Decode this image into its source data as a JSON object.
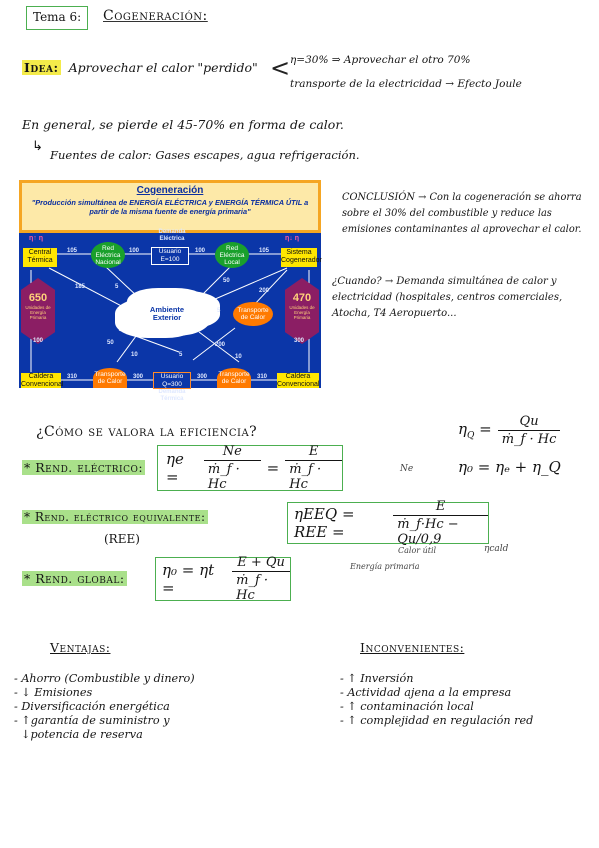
{
  "topic": {
    "tema": "Tema 6:",
    "title": "Cogeneración:"
  },
  "idea": {
    "label": "Idea:",
    "text": "Aprovechar el calor \"perdido\"",
    "branch1": "η=30% ⇒ Aprovechar el otro 70%",
    "branch2": "transporte de la electricidad → Efecto Joule"
  },
  "general": {
    "line1": "En general, se pierde el 45-70% en forma de calor.",
    "line2": "Fuentes de calor: Gases escapes, agua refrigeración."
  },
  "diagram": {
    "title": "Cogeneración",
    "subtitle": "\"Producción simultánea de ENERGÍA ELÉCTRICA y ENERGÍA TÉRMICA ÚTIL a partir de la misma fuente de energía primaria\"",
    "nodes": {
      "central_termica": "Central Térmica",
      "red_nacional": "Red Eléctrica Nacional",
      "usuario_e": "Usuario E=100",
      "red_local": "Red Eléctrica Local",
      "sistema_cogenerador": "Sistema Cogenerador",
      "ambiente": "Ambiente Exterior",
      "transporte_calor_right": "Transporte de Calor",
      "caldera_left": "Caldera Convencional",
      "transporte_calor_left": "Transporte de Calor",
      "usuario_q": "Usuario Q=300",
      "transporte_calor_bottom": "Transporte de Calor",
      "caldera_right": "Caldera Convencional",
      "demanda_electrica": "Demanda Eléctrica",
      "demanda_termica": "Demanda Térmica",
      "primary_left_value": "650",
      "primary_right_value": "470",
      "primary_unit": "Unidades de Energía Primaria",
      "eff_left": "η↑ η",
      "eff_right": "η↓ η"
    },
    "flows": {
      "a": "105",
      "b": "100",
      "c": "100",
      "d": "100",
      "e": "105",
      "f": "185",
      "g": "5",
      "h": "50",
      "i": "5",
      "j": "200",
      "k": "50",
      "l": "10",
      "m": "5",
      "n": "200",
      "o": "10",
      "p": "310",
      "q": "300",
      "r": "300",
      "s": "300",
      "t": "310"
    }
  },
  "conclusion": "CONCLUSIÓN → Con la cogeneración se ahorra sobre el 30% del combustible y reduce las emisiones contaminantes al aprovechar el calor.",
  "cuando": {
    "label": "¿Cuando?",
    "text": "→ Demanda simultánea de calor y electricidad (hospitales, centros comerciales, Atocha, T4 Aeropuerto..."
  },
  "valora": "¿Cómo se valora la eficiencia?",
  "formulas": {
    "eta_q": {
      "lhs": "η",
      "sub": "Q",
      "num": "Qu",
      "den": "ṁ_f · Hc"
    },
    "eta_0": "η₀ = ηₑ + η_Q",
    "rend_electrico": {
      "label": "* Rend. eléctrico:",
      "lhs": "ηe =",
      "n1": "Ne",
      "d1": "ṁ_f · Hc",
      "n2": "E",
      "d2": "ṁ_f · Hc"
    },
    "rend_equivalente": {
      "label": "* Rend. eléctrico equivalente:",
      "sub": "(REE)",
      "lhs": "ηEEQ = REE =",
      "num": "E",
      "den": "ṁ_f·Hc − Qu/0,9",
      "ann_ne": "Ne",
      "ann_calor": "Calor útil",
      "ann_energia": "Energía primaria",
      "ann_caldera": "ηcald"
    },
    "rend_global": {
      "label": "* Rend. global:",
      "lhs": "η₀ = ηt =",
      "num": "E + Qu",
      "den": "ṁ_f · Hc"
    }
  },
  "ventajas": {
    "title": "Ventajas:",
    "items": [
      "- Ahorro (Combustible y dinero)",
      "- ↓ Emisiones",
      "- Diversificación energética",
      "- ↑garantía de suministro y",
      "  ↓potencia de reserva"
    ]
  },
  "inconvenientes": {
    "title": "Inconvenientes:",
    "items": [
      "- ↑ Inversión",
      "- Actividad ajena a la empresa",
      "- ↑ contaminación local",
      "- ↑ complejidad en regulación red"
    ]
  }
}
